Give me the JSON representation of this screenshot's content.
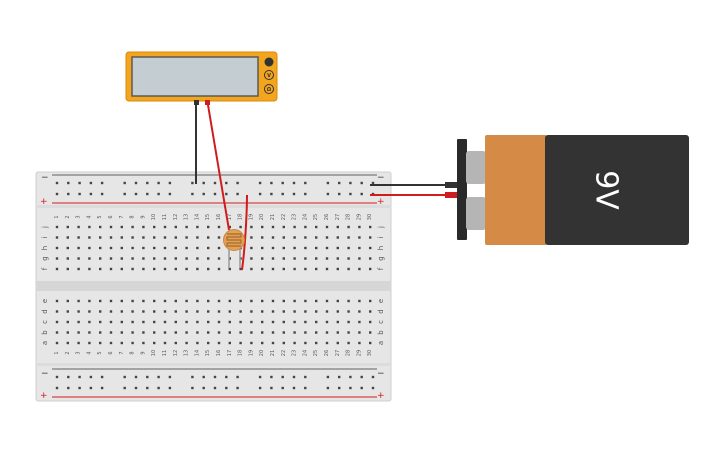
{
  "multimeter": {
    "buttons": [
      "A",
      "V",
      "Ω"
    ],
    "colors": {
      "body": "#f3a51e",
      "screen": "#c4cdd2",
      "button": "#333333"
    }
  },
  "breadboard": {
    "columns": 30,
    "top_rows": [
      "j",
      "i",
      "h",
      "g",
      "f"
    ],
    "bottom_rows": [
      "e",
      "d",
      "c",
      "b",
      "a"
    ],
    "rail_plus": "+",
    "rail_minus": "−",
    "colors": {
      "body": "#e6e6e6",
      "hole": "#444444",
      "red_line": "#d01c1c",
      "dark_line": "#333333"
    }
  },
  "battery": {
    "label": "9V",
    "colors": {
      "body": "#333333",
      "wrap": "#d58b45",
      "terminal": "#b5b5b5",
      "connector": "#2a2a2a"
    }
  },
  "photoresistor": {
    "colors": {
      "body": "#e2a253",
      "track": "#9a5a2a",
      "leg": "#9a9a9a"
    }
  },
  "wires": {
    "colors": {
      "red": "#d01c1c",
      "black": "#333333"
    }
  }
}
